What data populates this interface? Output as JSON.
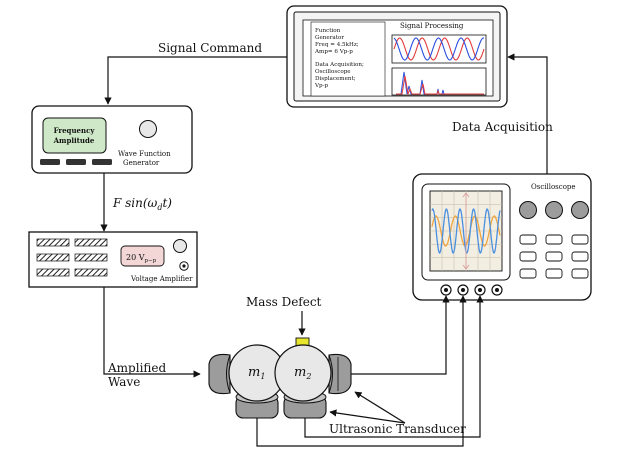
{
  "signal_processing": {
    "title": "Signal Processing",
    "lines": [
      "Function",
      "Generator",
      "Freq = 4.5kHz;",
      "Amp= 6 Vp-p",
      "",
      "Data Acquisition;",
      "Oscilloscope",
      "Displacement;",
      "Vp-p"
    ]
  },
  "labels": {
    "signal_command": "Signal Command",
    "data_acquisition": "Data Acquisition",
    "force": "F  sin(ω",
    "force_sub": "d",
    "force_tail": "t)",
    "mass_defect": "Mass Defect",
    "amplified": "Amplified",
    "wave": "Wave",
    "ultrasonic_transducer": "Ultrasonic Transducer"
  },
  "wave_function_generator": {
    "panel_line1": "Frequency",
    "panel_line2": "Amplitude",
    "label_line1": "Wave Function",
    "label_line2": "Generator"
  },
  "voltage_amplifier": {
    "display": "20 V",
    "display_sub": "p−p",
    "label": "Voltage Amplifier"
  },
  "oscilloscope": {
    "label": "Oscilloscope"
  },
  "masses": {
    "m1": "m",
    "m1_sub": "1",
    "m2": "m",
    "m2_sub": "2"
  },
  "colors": {
    "panel_green": "#cfe8c7",
    "amp_display": "#f3d7d7",
    "defect_yellow": "#e8e62c",
    "trace_red": "#e23b3b",
    "trace_blue": "#2a4fe0",
    "osc_orange": "#f0a640",
    "osc_blue": "#4a8fe0",
    "osc_screen": "#f2eee2",
    "grey": "#9c9c9c",
    "light_grey": "#e8e8e8"
  }
}
